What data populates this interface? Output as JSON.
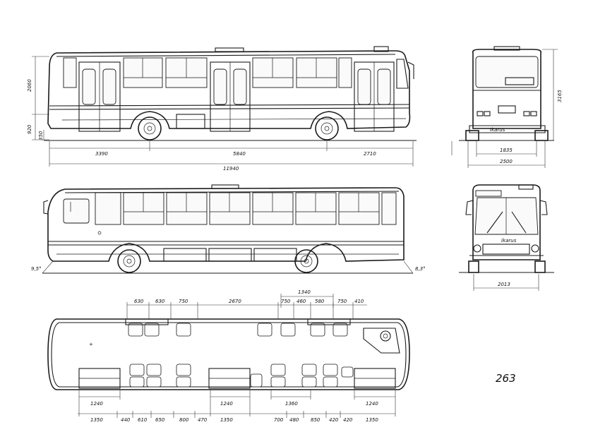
{
  "side_view": {
    "dims": {
      "overhang_front": "3390",
      "wheelbase": "5840",
      "overhang_rear": "2710",
      "overall_length": "11940",
      "body_height": "2060",
      "floor_height": "920",
      "ground_clearance": "350"
    }
  },
  "side_view_left": {
    "angles": {
      "approach": "9,5°",
      "departure": "8,3°"
    }
  },
  "rear_view": {
    "dims": {
      "overall_height": "3165",
      "track": "1835",
      "overall_width": "2500"
    }
  },
  "front_view": {
    "dims": {
      "track": "2013"
    },
    "badge": "Ikarus"
  },
  "floor_plan": {
    "top_dims": [
      "630",
      "630",
      "750",
      "2670",
      "750",
      "460",
      "580",
      "750",
      "410"
    ],
    "top_dim_upper": "1340",
    "door_front_width": "1240",
    "door_front_total": "1350",
    "door_middle_width": "1240",
    "door_middle_total": "1350",
    "door_rear_width": "1240",
    "door_rear_total": "1350",
    "door_mid_upper": "1360",
    "bottom_dims": [
      "440",
      "610",
      "650",
      "800",
      "470",
      "700",
      "480",
      "850",
      "420",
      "420"
    ]
  },
  "sheet_number": "263"
}
